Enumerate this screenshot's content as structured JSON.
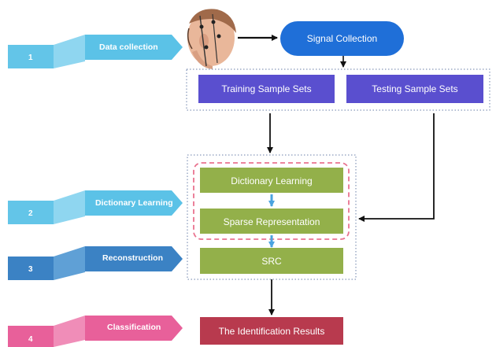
{
  "steps": [
    {
      "number": "1",
      "label": "Data collection",
      "color": "#5bc2e7"
    },
    {
      "number": "2",
      "label": "Dictionary Learning",
      "color": "#5bc2e7"
    },
    {
      "number": "3",
      "label": "Reconstruction",
      "color": "#3b82c4"
    },
    {
      "number": "4",
      "label": "Classification",
      "color": "#e8609a"
    }
  ],
  "nodes": {
    "signal_collection": "Signal Collection",
    "training_sets": "Training Sample Sets",
    "testing_sets": "Testing Sample Sets",
    "dictionary_learning": "Dictionary Learning",
    "sparse_representation": "Sparse Representation",
    "src": "SRC",
    "results": "The Identification Results"
  },
  "colors": {
    "signal": "#1f6fd8",
    "sample_sets": "#5a4fcf",
    "green_boxes": "#93b04a",
    "results": "#b83a4e",
    "dashed_pink": "#e9738f"
  }
}
